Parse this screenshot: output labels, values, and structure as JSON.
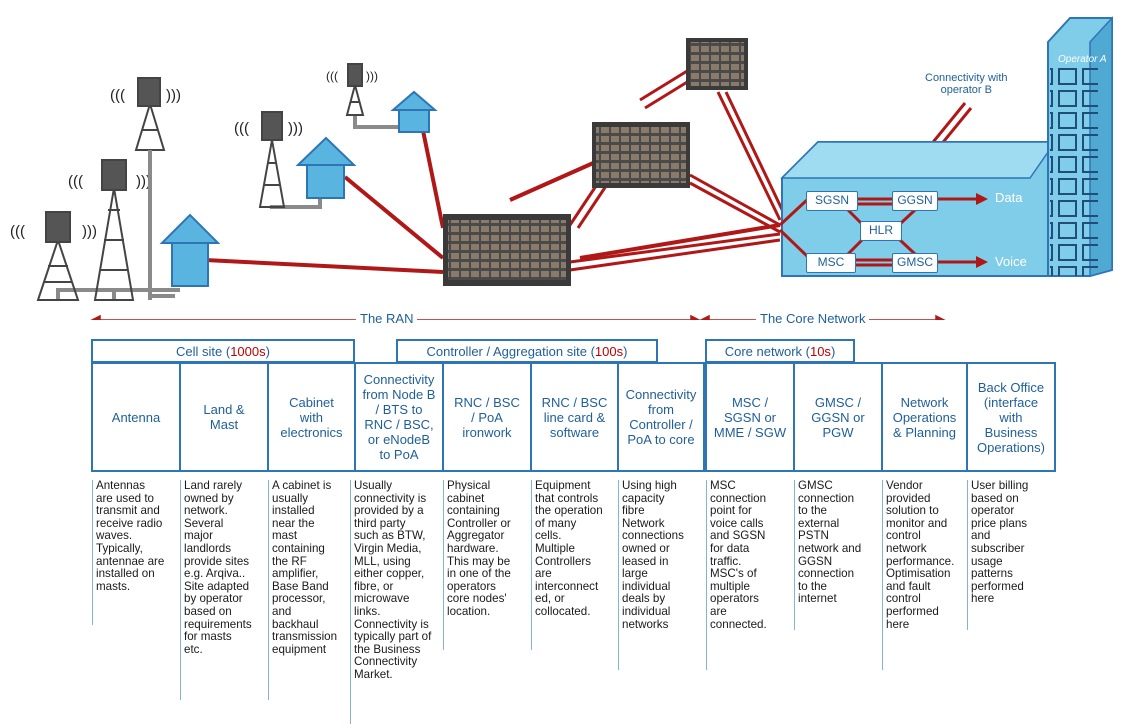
{
  "diagram": {
    "connectivity_label": "Connectivity with\noperator B",
    "operator_label": "Operator A",
    "core_nodes": {
      "sgsn": "SGSN",
      "ggsn": "GGSN",
      "hlr": "HLR",
      "msc": "MSC",
      "gmsc": "GMSC"
    },
    "outputs": {
      "data": "Data",
      "voice": "Voice"
    },
    "bands": {
      "ran": "The RAN",
      "core": "The Core Network"
    }
  },
  "sections": {
    "cell_site": {
      "label": "Cell site (",
      "count": "1000s",
      "close": ")"
    },
    "controller": {
      "label": "Controller / Aggregation site (",
      "count": "100s",
      "close": ")"
    },
    "core": {
      "label": "Core network (",
      "count": "10s",
      "close": ")"
    }
  },
  "columns": [
    {
      "title": "Antenna",
      "desc": "Antennas\nare used to\ntransmit and\nreceive radio\nwaves.\nTypically,\nantennae are\ninstalled on\nmasts."
    },
    {
      "title": "Land &\nMast",
      "desc": "Land rarely\nowned by\nnetwork.\nSeveral\nmajor\nlandlords\nprovide sites\ne.g. Arqiva..\nSite adapted\nby operator\nbased on\nrequirements\nfor masts\netc."
    },
    {
      "title": "Cabinet\nwith\nelectronics",
      "desc": "A cabinet is\nusually\ninstalled\nnear the\nmast\ncontaining\nthe RF\namplifier,\nBase Band\nprocessor,\nand\nbackhaul\ntransmission\nequipment"
    },
    {
      "title": "Connectivity\nfrom Node B\n/ BTS to\nRNC / BSC,\nor eNodeB\nto PoA",
      "desc": "Usually\nconnectivity is\nprovided by a\nthird party\nsuch as BTW,\nVirgin Media,\nMLL, using\neither copper,\nfibre, or\nmicrowave\nlinks.\nConnectivity is\ntypically part of\nthe Business\nConnectivity\nMarket."
    },
    {
      "title": "RNC / BSC\n/ PoA\nironwork",
      "desc": "Physical\ncabinet\ncontaining\nController or\nAggregator\nhardware.\nThis may be\nin one of the\noperators\ncore nodes'\nlocation."
    },
    {
      "title": "RNC / BSC\nline card &\nsoftware",
      "desc": "Equipment\nthat controls\nthe operation\nof many\ncells.\nMultiple\nControllers\nare\ninterconnect\ned, or\ncollocated."
    },
    {
      "title": "Connectivity\nfrom\nController /\nPoA to core",
      "desc": "Using high\ncapacity\nfibre\nNetwork\nconnections\nowned or\nleased in\nlarge\nindividual\ndeals by\nindividual\nnetworks"
    },
    {
      "title": "MSC /\nSGSN or\nMME / SGW",
      "desc": "MSC\nconnection\npoint for\nvoice calls\nand SGSN\nfor data\ntraffic.\nMSC's of\nmultiple\noperators\nare\nconnected."
    },
    {
      "title": "GMSC /\nGGSN or\nPGW",
      "desc": "GMSC\nconnection\nto the\nexternal\nPSTN\nnetwork and\nGGSN\nconnection\nto the\ninternet"
    },
    {
      "title": "Network\nOperations\n& Planning",
      "desc": "Vendor\nprovided\nsolution to\nmonitor and\ncontrol\nnetwork\nperformance.\nOptimisation\nand fault\ncontrol\nperformed\nhere"
    },
    {
      "title": "Back Office\n(interface\nwith\nBusiness\nOperations)",
      "desc": "User billing\nbased on\noperator\nprice plans\nand\nsubscriber\nusage\npatterns\nperformed\nhere"
    }
  ],
  "colors": {
    "accent": "#2e75b6",
    "count": "#c00000",
    "link": "#b01818",
    "building": "#7fcde9"
  }
}
